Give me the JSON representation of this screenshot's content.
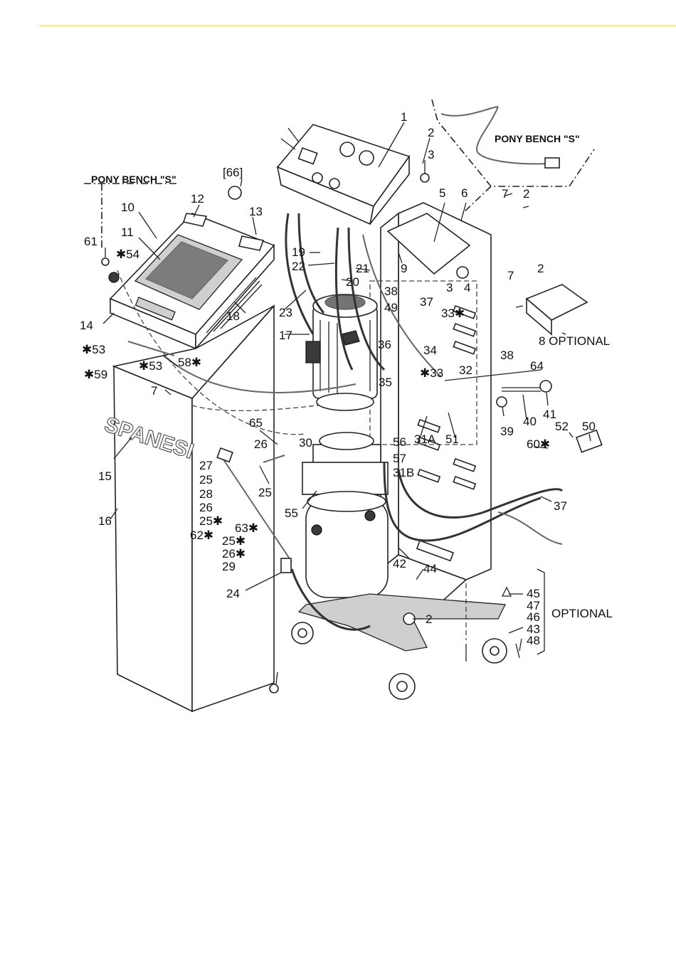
{
  "colors": {
    "accent_rule": "#f2ef7a",
    "line": "#222222",
    "background": "#ffffff"
  },
  "diagram": {
    "brand_name": "SPANESI",
    "callouts": {
      "pony_bench_left": "PONY BENCH \"S\"",
      "pony_bench_right": "PONY BENCH \"S\"",
      "optional_8": "8 OPTIONAL",
      "optional_bracket": "OPTIONAL"
    },
    "part_labels": [
      "1",
      "2",
      "3",
      "[66]",
      "12",
      "10",
      "13",
      "11",
      "61",
      "✱54",
      "14",
      "✱53",
      "✱59",
      "✱53",
      "58✱",
      "7",
      "15",
      "16",
      "18",
      "19",
      "22",
      "20",
      "21",
      "23",
      "17",
      "5",
      "6",
      "9",
      "3",
      "4",
      "7",
      "2",
      "7",
      "2",
      "8",
      "38",
      "49",
      "37",
      "33✱",
      "36",
      "34",
      "✱33",
      "32",
      "35",
      "38",
      "64",
      "39",
      "40",
      "41",
      "52",
      "50",
      "65",
      "30",
      "26",
      "27",
      "25",
      "28",
      "25",
      "26",
      "25✱",
      "62✱",
      "63✱",
      "25✱",
      "26✱",
      "29",
      "24",
      "55",
      "56",
      "57",
      "31B",
      "31A",
      "51",
      "60✱",
      "37",
      "42",
      "44",
      "45",
      "47",
      "46",
      "43",
      "48",
      "2"
    ]
  }
}
